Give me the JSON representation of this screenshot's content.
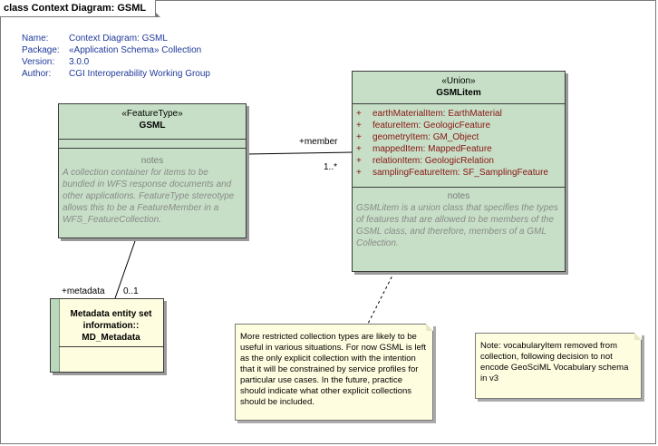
{
  "frame_title": "class Context Diagram: GSML",
  "metadata": [
    {
      "key": "Name:",
      "value": "Context Diagram: GSML"
    },
    {
      "key": "Package:",
      "value": "«Application Schema» Collection"
    },
    {
      "key": "Version:",
      "value": "3.0.0"
    },
    {
      "key": "Author:",
      "value": "CGI Interoperability Working Group"
    }
  ],
  "gsml": {
    "stereotype": "«FeatureType»",
    "name": "GSML",
    "notes_title": "notes",
    "notes": "A collection container for items to be bundled in WFS response documents and other applications. FeatureType stereotype allows this to be a FeatureMember in a WFS_FeatureCollection."
  },
  "gsmlitem": {
    "stereotype": "«Union»",
    "name": "GSMLitem",
    "attributes": [
      {
        "vis": "+",
        "text": "earthMaterialItem:  EarthMaterial"
      },
      {
        "vis": "+",
        "text": "featureItem:  GeologicFeature"
      },
      {
        "vis": "+",
        "text": "geometryItem:  GM_Object"
      },
      {
        "vis": "+",
        "text": "mappedItem:  MappedFeature"
      },
      {
        "vis": "+",
        "text": "relationItem:  GeologicRelation"
      },
      {
        "vis": "+",
        "text": "samplingFeatureItem:  SF_SamplingFeature"
      }
    ],
    "notes_title": "notes",
    "notes": "GSMLitem is a union class that specifies the types of features that are allowed to be members of the GSML class, and therefore, members of a GML Collection."
  },
  "md_metadata": {
    "line1": "Metadata entity set",
    "line2": "information::",
    "line3": "MD_Metadata"
  },
  "association_labels": {
    "member_role": "+member",
    "member_mult": "1..*",
    "metadata_role": "+metadata",
    "metadata_mult": "0..1"
  },
  "note1": "More restricted collection types are likely to be useful in various situations. For now GSML is left as the only explicit collection with the intention that it will be constrained by service profiles for particular use cases. In the future, practice should indicate what other explicit collections should be included.",
  "note2": "Note: vocabularyItem removed from collection, following decision to not encode GeoSciML Vocabulary schema in v3"
}
